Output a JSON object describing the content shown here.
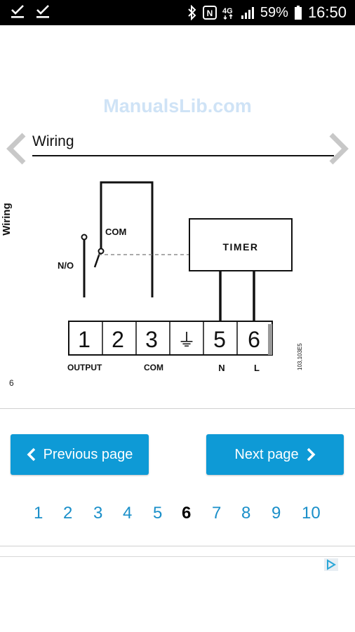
{
  "status_bar": {
    "battery_percent": "59%",
    "time": "16:50",
    "icons": [
      "check-icon",
      "check-icon",
      "bluetooth-icon",
      "nfc-icon",
      "4g-icon",
      "signal-icon",
      "battery-icon"
    ]
  },
  "document": {
    "watermark": "ManualsLib.com",
    "heading": "Wiring",
    "side_title": "Wiring",
    "page_number": "6",
    "diagram": {
      "switch_labels": {
        "com": "COM",
        "no": "N/O"
      },
      "timer_label": "TIMER",
      "terminals": [
        "1",
        "2",
        "3",
        "⏚",
        "5",
        "6"
      ],
      "bottom_labels": {
        "output": "OUTPUT",
        "com": "COM",
        "n": "N",
        "l": "L"
      },
      "figure_code": "103,103E5"
    }
  },
  "navigation": {
    "previous_label": "Previous page",
    "next_label": "Next page",
    "pages": [
      "1",
      "2",
      "3",
      "4",
      "5",
      "6",
      "7",
      "8",
      "9",
      "10"
    ],
    "current_page": "6"
  },
  "colors": {
    "accent": "#0e9ad6",
    "link": "#1a8fc9",
    "watermark": "#cfe3f6"
  }
}
